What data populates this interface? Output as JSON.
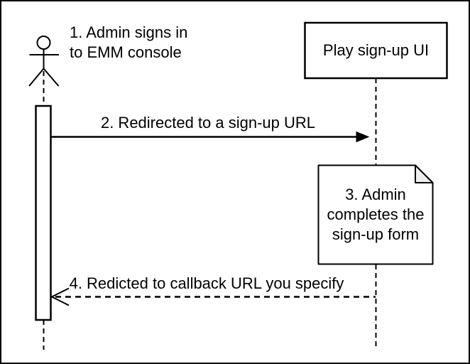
{
  "colors": {
    "stroke": "#000000",
    "background": "#ffffff",
    "note_fold_fill": "#eeeeee"
  },
  "diagram": {
    "type": "uml-sequence",
    "participants": [
      {
        "id": "admin-actor",
        "kind": "actor",
        "label": ""
      },
      {
        "id": "play-sign-up-ui",
        "kind": "object-box",
        "label": "Play sign-up UI"
      }
    ],
    "steps": [
      {
        "n": 1,
        "kind": "label",
        "text": "1. Admin signs in\nto EMM console"
      },
      {
        "n": 2,
        "kind": "solid-arrow",
        "direction": "actor-to-ui",
        "text": "2. Redirected to a sign-up URL"
      },
      {
        "n": 3,
        "kind": "note",
        "text": "3. Admin\ncompletes the\nsign-up form"
      },
      {
        "n": 4,
        "kind": "dashed-arrow",
        "direction": "ui-to-actor",
        "text": "4. Redicted to callback URL you specify"
      }
    ]
  }
}
